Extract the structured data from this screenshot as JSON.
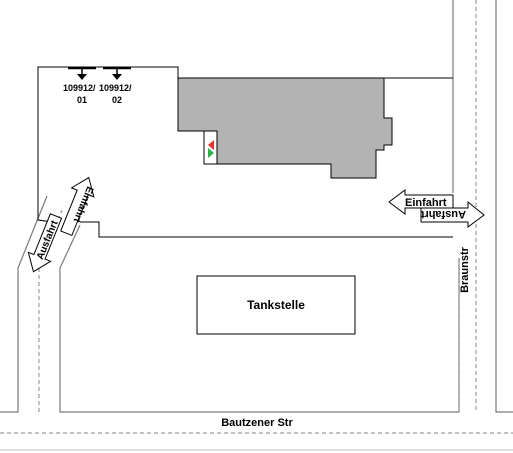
{
  "map": {
    "station_label": "Tankstelle",
    "streets": {
      "south": "Bautzener Str",
      "east": "Braunstr"
    },
    "meters": [
      {
        "id_line1": "109912/",
        "id_line2": "01"
      },
      {
        "id_line1": "109912/",
        "id_line2": "02"
      }
    ],
    "access": {
      "left_entry": "Einfahrt",
      "left_exit": "Ausfahrt",
      "right_entry": "Einfahrt",
      "right_exit": "Ausfahrt"
    },
    "colors": {
      "building": "#b3b3b3",
      "arrow_red": "#e8322b",
      "arrow_green": "#2fb24a",
      "road_dash": "#8a8a8a",
      "lines": "#000000"
    }
  }
}
